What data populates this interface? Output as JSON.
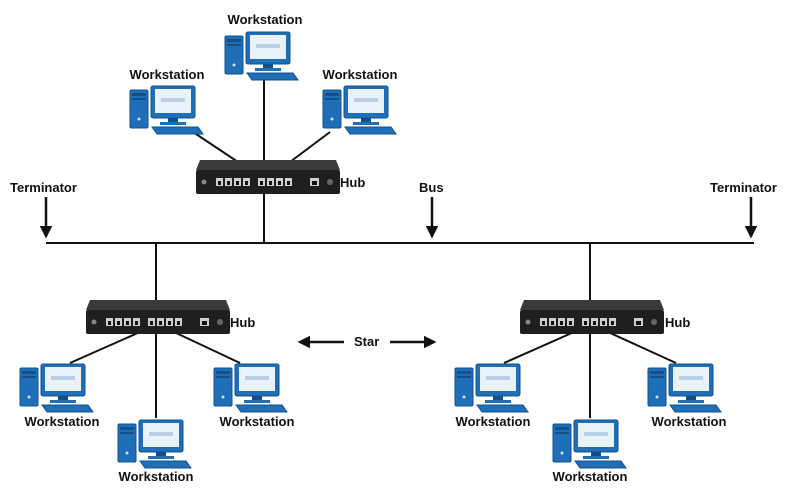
{
  "labels": {
    "workstation": "Workstation",
    "hub": "Hub",
    "terminator": "Terminator",
    "bus": "Bus",
    "star": "Star"
  },
  "icons": {
    "workstation": "desktop-computer-icon",
    "hub": "network-hub-icon",
    "arrow": "arrow-icon"
  },
  "colors": {
    "line": "#111111",
    "computer_blue": "#1e6fb8",
    "computer_dark": "#12508a",
    "monitor_screen": "#e9f1f9",
    "hub_body": "#1f1f1f"
  }
}
